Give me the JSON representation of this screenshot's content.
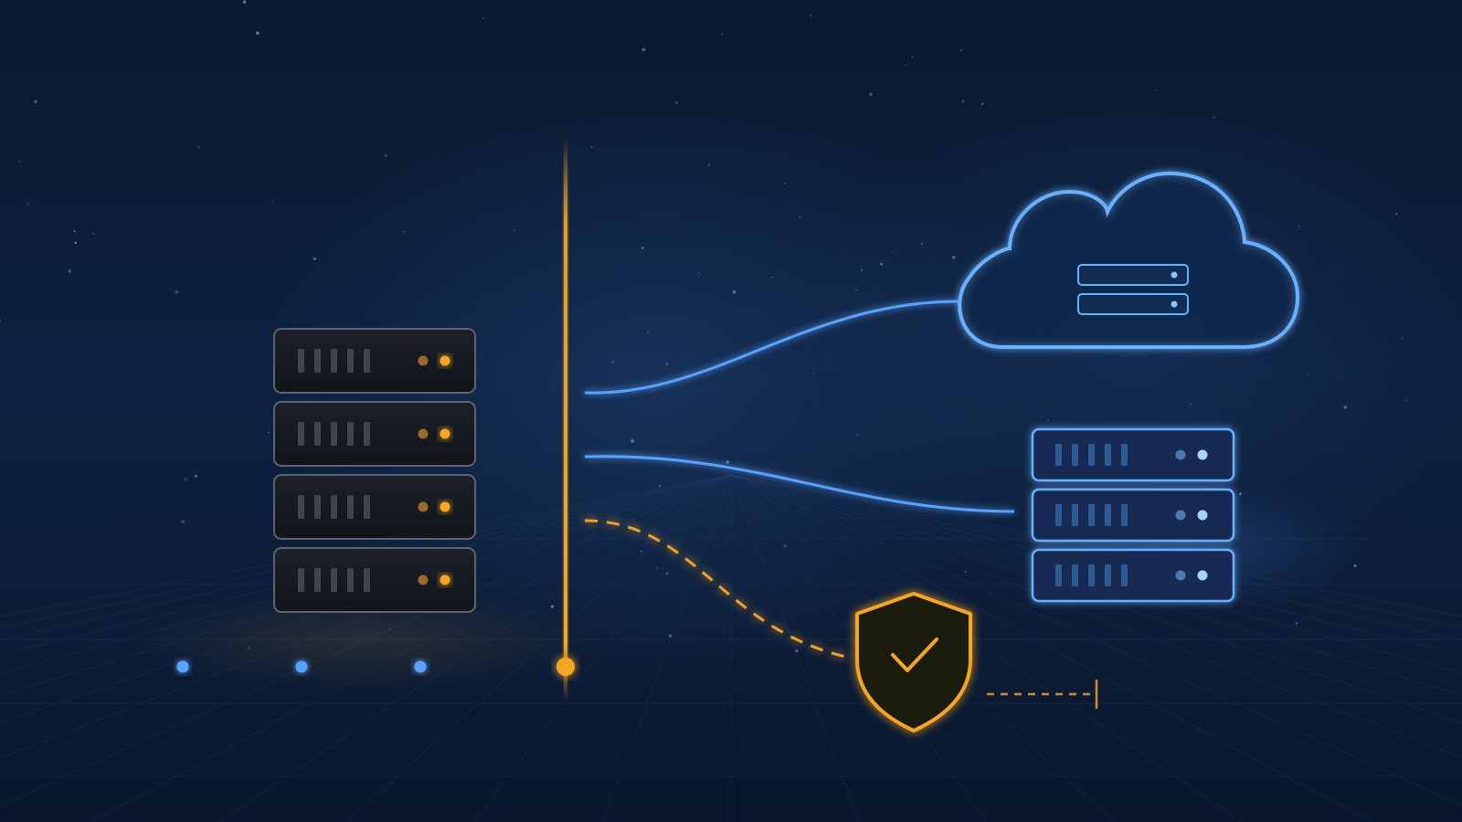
{
  "colors": {
    "background": "#0c1d38",
    "accent_orange": "#f5a623",
    "accent_blue": "#5aa2ff",
    "server_dark": "#15181e",
    "server_blue": "#132c52"
  },
  "icons": {
    "on_prem": "server-rack-icon",
    "cloud": "cloud-icon",
    "cloud_server": "cloud-server-icon",
    "security": "shield-check-icon"
  },
  "diagram": {
    "on_prem_unit_count": 4,
    "cloud_rack_unit_count": 3,
    "timeline_node_count": 4,
    "active_timeline_node": 4,
    "connections": [
      "cloud",
      "cloud-rack",
      "security"
    ]
  }
}
